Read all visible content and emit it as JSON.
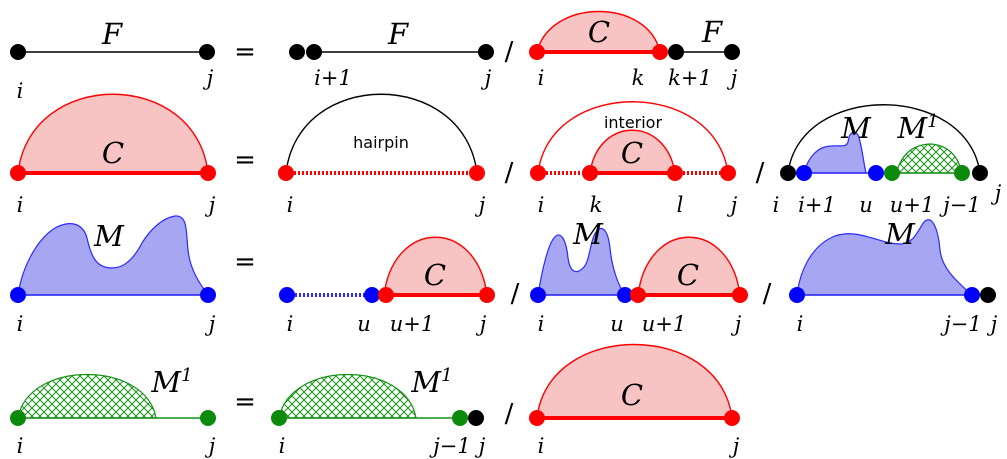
{
  "symbols": {
    "F": "F",
    "C": "C",
    "M": "M",
    "M1_base": "M",
    "M1_sup": "1",
    "equals": "=",
    "slash": "/"
  },
  "indices": {
    "i": "i",
    "j": "j",
    "k": "k",
    "l": "l",
    "u": "u",
    "i_plus_1": "i+1",
    "k_plus_1": "k+1",
    "u_plus_1": "u+1",
    "j_minus_1": "j−1"
  },
  "annotations": {
    "hairpin": "hairpin",
    "interior": "interior"
  },
  "colors": {
    "C_fill": "#f7c3c3",
    "C_stroke": "#ff0000",
    "M_fill": "#a6a6f2",
    "M_stroke": "#2a2aff",
    "M1_stroke": "#169116",
    "F_node": "#000000",
    "C_node": "#ff0000",
    "M_node": "#0000ff",
    "M1_node": "#0c8a0c"
  }
}
